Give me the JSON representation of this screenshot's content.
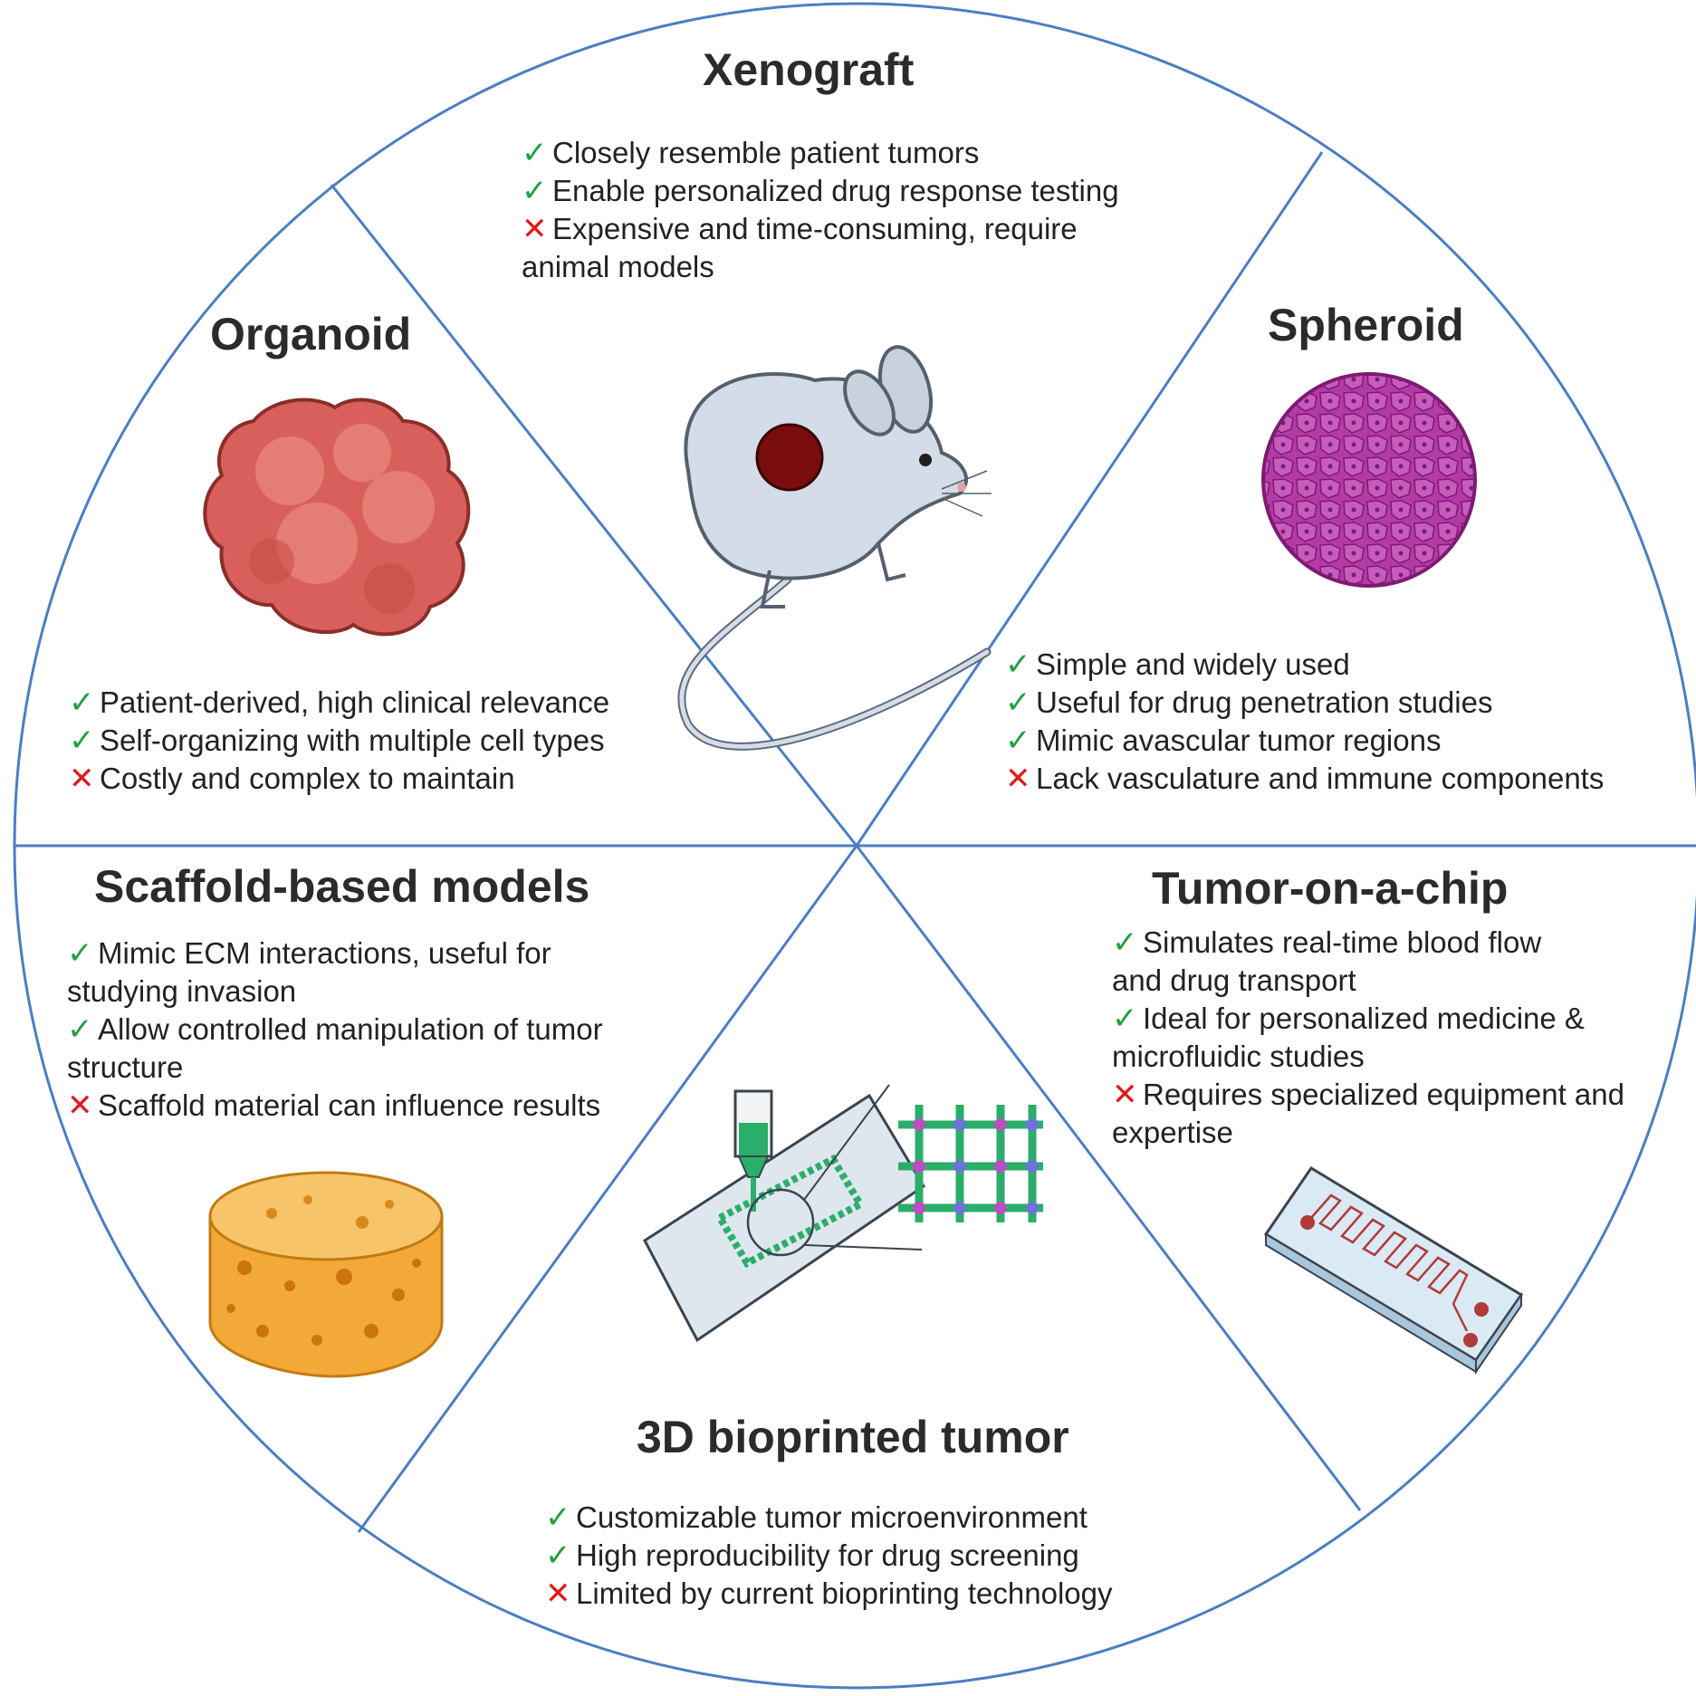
{
  "colors": {
    "divider": "#4a7fc1",
    "pro_mark": "#22a044",
    "con_mark": "#e01a1a",
    "organoid": "#d9605a",
    "spheroid": "#b43aa6",
    "tumor": "#7a0d0d",
    "scaffold": "#f3a937",
    "bioprint": "#2aae6a"
  },
  "icons": {
    "pro": "check-mark-icon",
    "con": "cross-mark-icon"
  },
  "segments": {
    "xenograft": {
      "title": "Xenograft",
      "image": "mouse-with-tumor-illustration",
      "items": [
        {
          "type": "pro",
          "mark": "✓",
          "text": "Closely resemble patient tumors"
        },
        {
          "type": "pro",
          "mark": "✓",
          "text": "Enable personalized drug response testing"
        },
        {
          "type": "con",
          "mark": "✕",
          "text": "Expensive and time-consuming, require animal models"
        }
      ]
    },
    "organoid": {
      "title": "Organoid",
      "image": "organoid-illustration",
      "items": [
        {
          "type": "pro",
          "mark": "✓",
          "text": "Patient-derived, high clinical relevance"
        },
        {
          "type": "pro",
          "mark": "✓",
          "text": "Self-organizing with multiple cell types"
        },
        {
          "type": "con",
          "mark": "✕",
          "text": "Costly and complex to maintain"
        }
      ]
    },
    "spheroid": {
      "title": "Spheroid",
      "image": "spheroid-illustration",
      "items": [
        {
          "type": "pro",
          "mark": "✓",
          "text": "Simple and widely used"
        },
        {
          "type": "pro",
          "mark": "✓",
          "text": "Useful for drug penetration studies"
        },
        {
          "type": "pro",
          "mark": "✓",
          "text": "Mimic avascular tumor regions"
        },
        {
          "type": "con",
          "mark": "✕",
          "text": "Lack vasculature and immune components"
        }
      ]
    },
    "scaffold": {
      "title": "Scaffold-based models",
      "image": "porous-scaffold-illustration",
      "items": [
        {
          "type": "pro",
          "mark": "✓",
          "text": "Mimic ECM interactions, useful for studying invasion"
        },
        {
          "type": "pro",
          "mark": "✓",
          "text": "Allow controlled manipulation of tumor structure"
        },
        {
          "type": "con",
          "mark": "✕",
          "text": "Scaffold material can influence results"
        }
      ]
    },
    "chip": {
      "title": "Tumor-on-a-chip",
      "image": "microfluidic-chip-illustration",
      "items": [
        {
          "type": "pro",
          "mark": "✓",
          "text": "Simulates real-time blood flow and drug transport"
        },
        {
          "type": "pro",
          "mark": "✓",
          "text": "Ideal for personalized medicine & microfluidic studies"
        },
        {
          "type": "con",
          "mark": "✕",
          "text": "Requires specialized equipment and expertise"
        }
      ]
    },
    "bioprinted": {
      "title": "3D bioprinted tumor",
      "image": "bioprinter-nozzle-illustration",
      "items": [
        {
          "type": "pro",
          "mark": "✓",
          "text": "Customizable tumor microenvironment"
        },
        {
          "type": "pro",
          "mark": "✓",
          "text": "High reproducibility for drug screening"
        },
        {
          "type": "con",
          "mark": "✕",
          "text": "Limited by current bioprinting technology"
        }
      ]
    }
  }
}
